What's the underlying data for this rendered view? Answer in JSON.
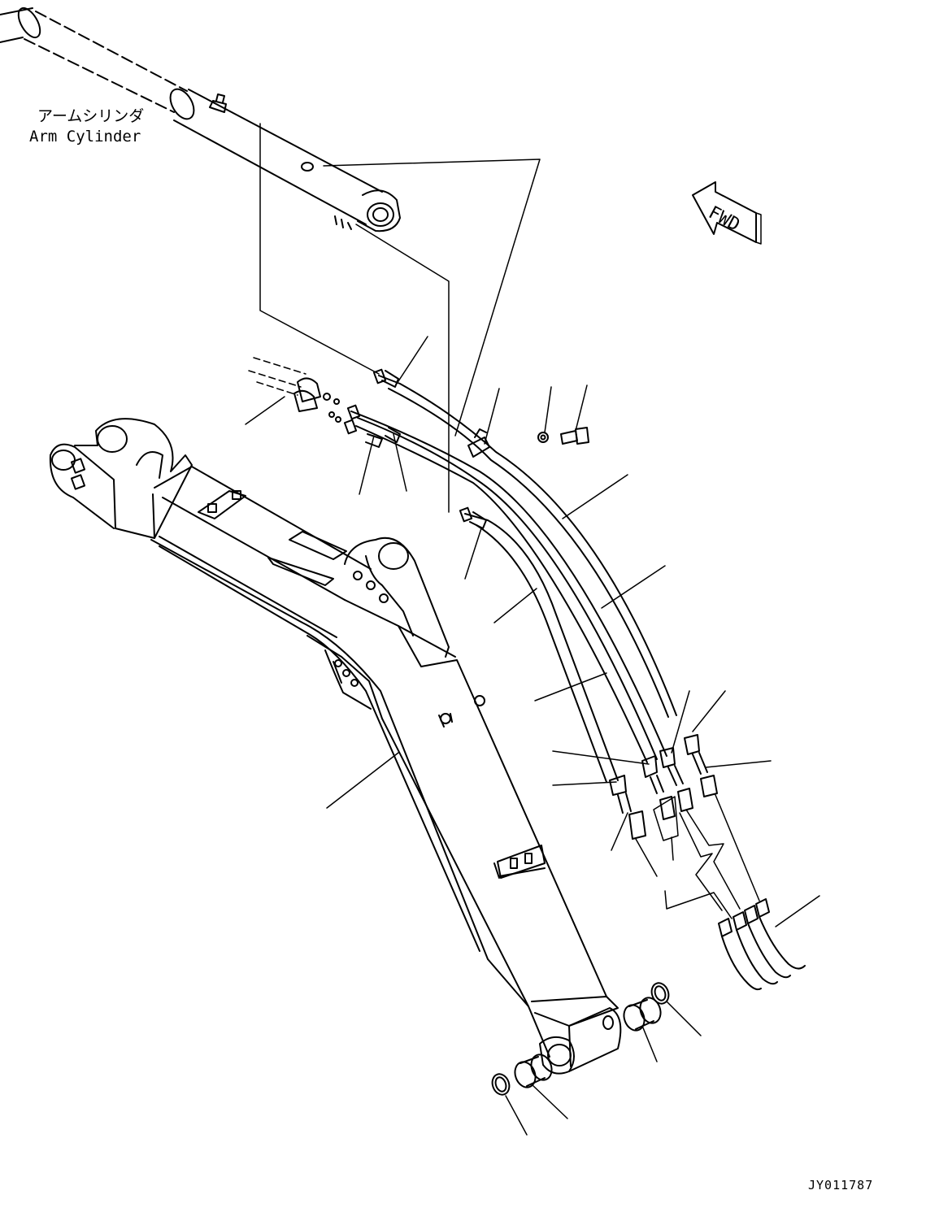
{
  "labels": {
    "arm_cylinder_jp": "アームシリンダ",
    "arm_cylinder_en": "Arm Cylinder",
    "fwd": "FWD",
    "drawing_id": "JY011787"
  },
  "colors": {
    "ink": "#000000",
    "paper": "#ffffff"
  }
}
